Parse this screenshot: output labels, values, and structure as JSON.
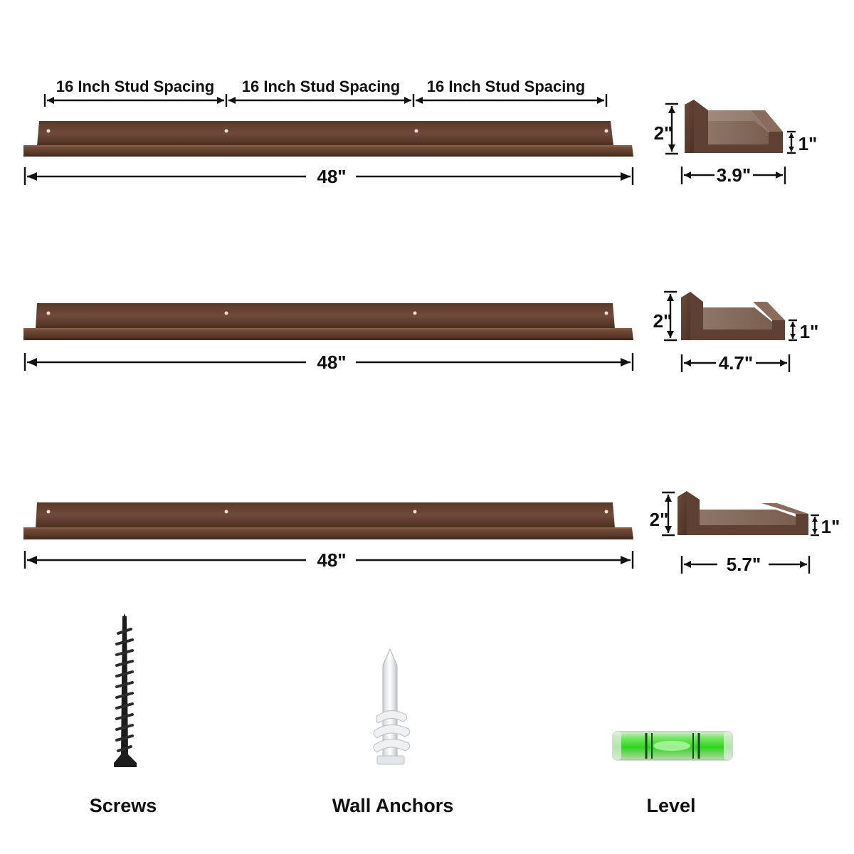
{
  "stud_spacing_label": "16 Inch Stud Spacing",
  "shelves": [
    {
      "length": "48\"",
      "height": "2\"",
      "lip": "1\"",
      "depth": "3.9\""
    },
    {
      "length": "48\"",
      "height": "2\"",
      "lip": "1\"",
      "depth": "4.7\""
    },
    {
      "length": "48\"",
      "height": "2\"",
      "lip": "1\"",
      "depth": "5.7\""
    }
  ],
  "accessories": [
    {
      "label": "Screws",
      "icon": "screw-icon"
    },
    {
      "label": "Wall Anchors",
      "icon": "wall-anchor-icon"
    },
    {
      "label": "Level",
      "icon": "bubble-level-icon"
    }
  ],
  "colors": {
    "wood_dark": "#4a2f1f",
    "wood_mid": "#6b4632",
    "wood_light": "#8a6248",
    "level_green": "#3fdc2a"
  }
}
